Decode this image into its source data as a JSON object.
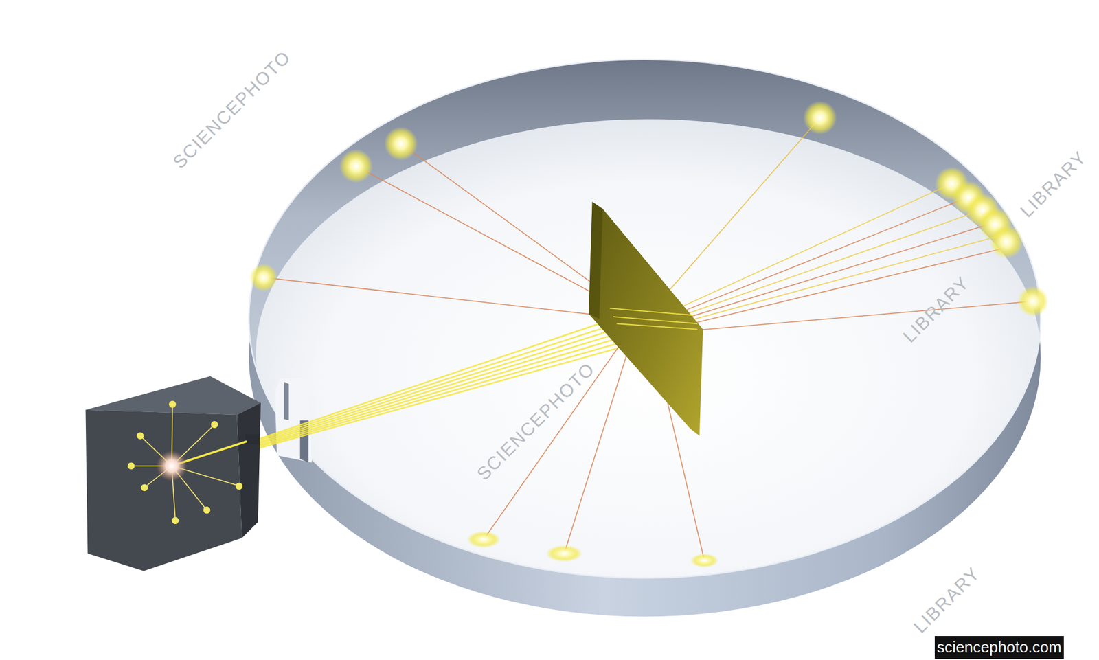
{
  "diagram": {
    "nodes": [
      {
        "text": [
          "sciencephoto.com"
        ]
      }
    ],
    "labels": [
      "SCIENCEPHOTO",
      "SCIENCEPHOTO",
      "LIBRARY",
      "LIBRARY",
      "LIBRARY"
    ]
  }
}
